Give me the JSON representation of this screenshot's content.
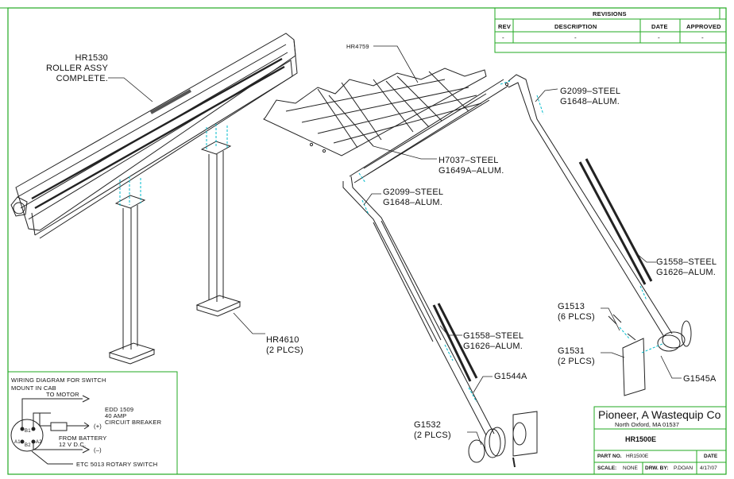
{
  "revisions": {
    "title": "REVISIONS",
    "headers": [
      "REV",
      "DESCRIPTION",
      "DATE",
      "APPROVED"
    ],
    "row": [
      "-",
      "-",
      "-",
      "-"
    ]
  },
  "callouts": {
    "roller_assy": [
      "HR1530",
      "ROLLER ASSY",
      "COMPLETE."
    ],
    "tarp": "HR4759",
    "arm_top_right": [
      "G2099–STEEL",
      "G1648–ALUM."
    ],
    "crossbar": [
      "H7037–STEEL",
      "G1649A–ALUM."
    ],
    "arm_top_left": [
      "G2099–STEEL",
      "G1648–ALUM."
    ],
    "arm_lower_right": [
      "G1558–STEEL",
      "G1626–ALUM."
    ],
    "stand": [
      "HR4610",
      "(2 PLCS)"
    ],
    "arm_lower_left": [
      "G1558–STEEL",
      "G1626–ALUM."
    ],
    "bracket_screw": [
      "G1513",
      "(6 PLCS)"
    ],
    "bracket_plate": [
      "G1531",
      "(2 PLCS)"
    ],
    "spring_right": "G1545A",
    "spring_left": "G1544A",
    "pivot_plate": [
      "G1532",
      "(2 PLCS)"
    ]
  },
  "wiring": {
    "title": [
      "WIRING DIAGRAM FOR SWITCH",
      "MOUNT IN CAB"
    ],
    "to_motor": "TO MOTOR",
    "breaker": [
      "EDD 1509",
      "40 AMP",
      "CIRCUIT BREAKER"
    ],
    "plus": "(+)",
    "battery": [
      "FROM BATTERY",
      "12 V D.C."
    ],
    "minus": "(–)",
    "switch": "ETC 5013 ROTARY SWITCH",
    "terminals": [
      "B1",
      "A1",
      "B2",
      "A2"
    ]
  },
  "title_block": {
    "company": "Pioneer, A Wastequip Co",
    "address": "North Oxford, MA    01537",
    "drawing_no": "HR1500E",
    "part_no_label": "PART NO.",
    "part_no": "HR1500E",
    "date_label": "DATE",
    "scale_label": "SCALE:",
    "scale": "NONE",
    "drawn_label": "DRW. BY:",
    "drawn_by": "P.DOAN",
    "date": "4/17/07"
  },
  "colors": {
    "border": "#22aa22",
    "ink": "#111111",
    "accent": "#00aacc"
  }
}
